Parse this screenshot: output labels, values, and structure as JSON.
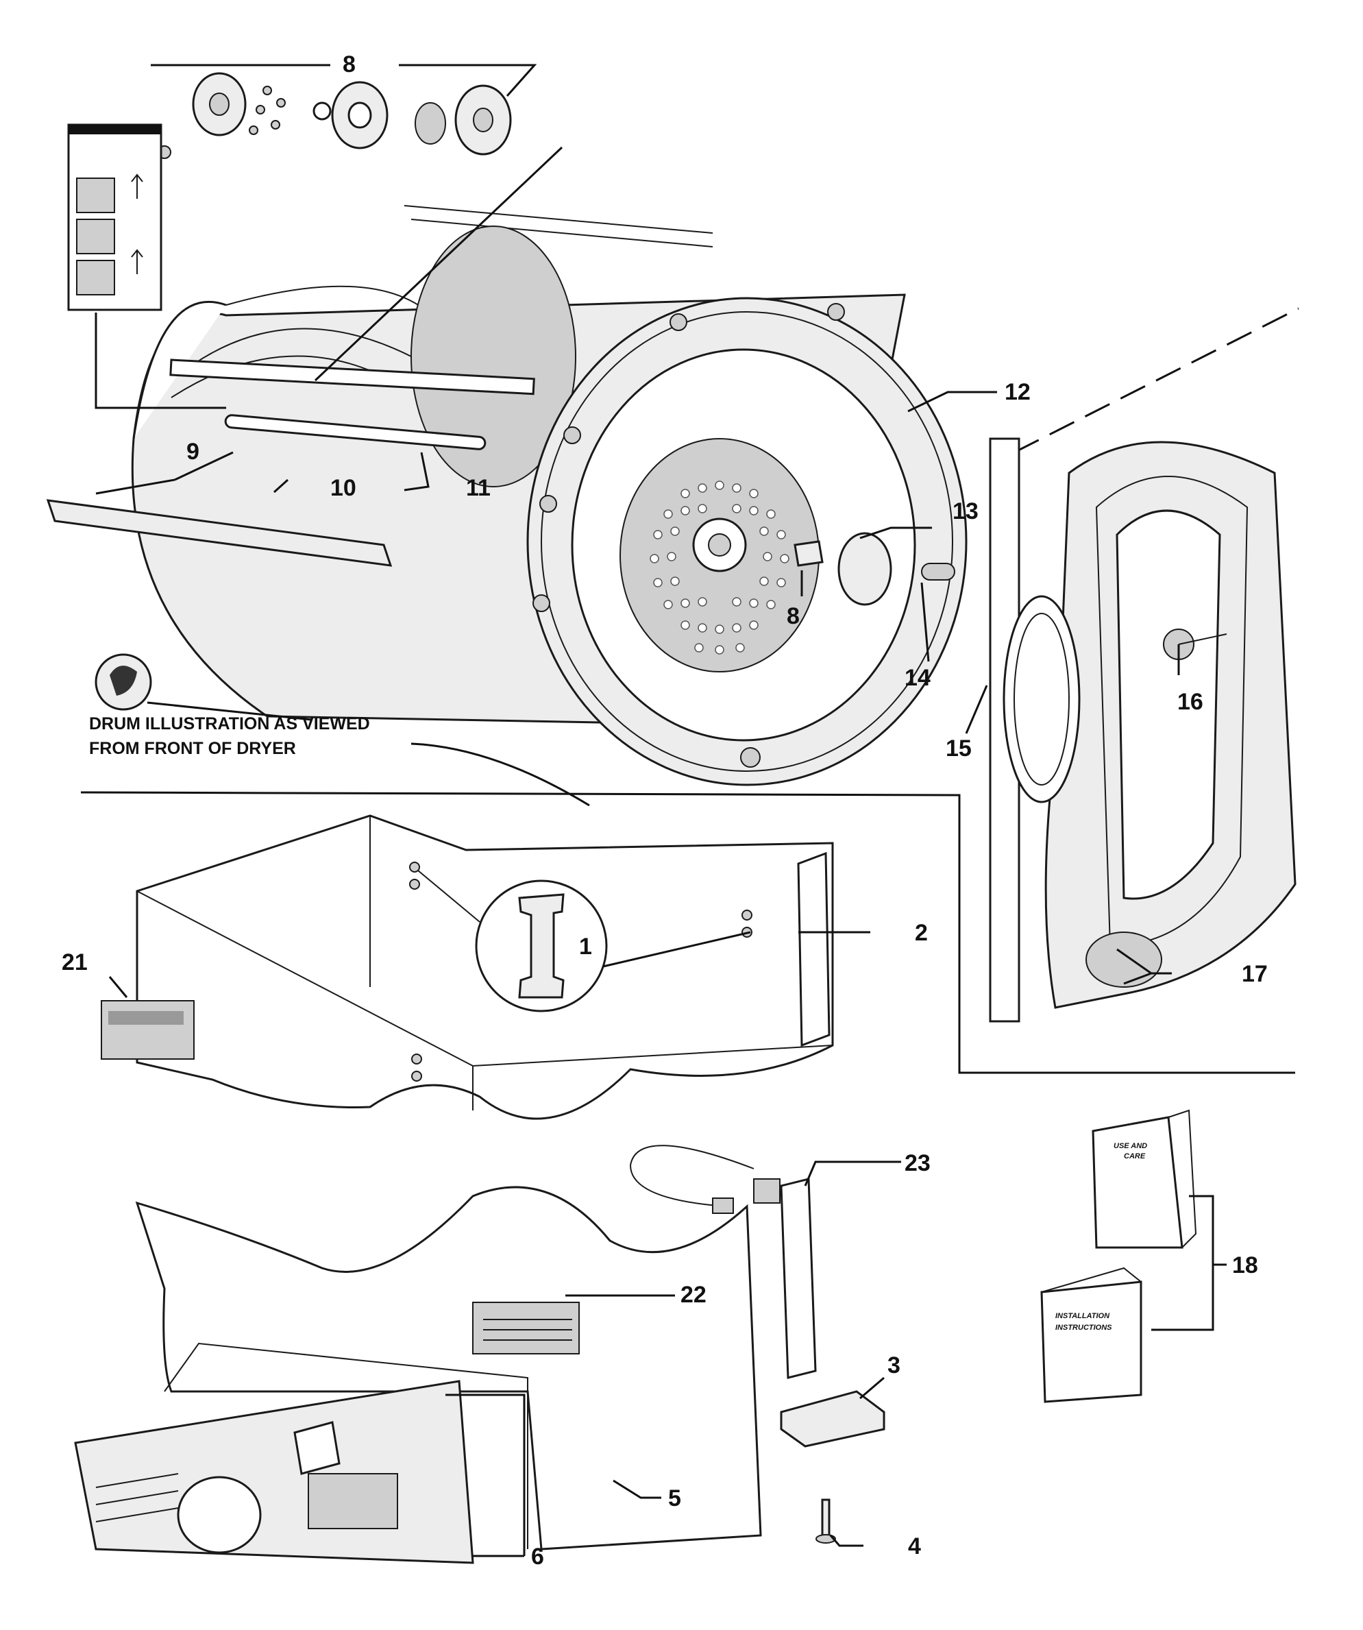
{
  "callouts": [
    {
      "id": "8",
      "text": "8"
    },
    {
      "id": "9",
      "text": "9"
    },
    {
      "id": "10",
      "text": "10"
    },
    {
      "id": "11",
      "text": "11"
    },
    {
      "id": "12",
      "text": "12"
    },
    {
      "id": "13",
      "text": "13"
    },
    {
      "id": "8b",
      "text": "8"
    },
    {
      "id": "14",
      "text": "14"
    },
    {
      "id": "15",
      "text": "15"
    },
    {
      "id": "16",
      "text": "16"
    },
    {
      "id": "1",
      "text": "1"
    },
    {
      "id": "2",
      "text": "2"
    },
    {
      "id": "21",
      "text": "21"
    },
    {
      "id": "17",
      "text": "17"
    },
    {
      "id": "23",
      "text": "23"
    },
    {
      "id": "18",
      "text": "18"
    },
    {
      "id": "22",
      "text": "22"
    },
    {
      "id": "3",
      "text": "3"
    },
    {
      "id": "5",
      "text": "5"
    },
    {
      "id": "4",
      "text": "4"
    },
    {
      "id": "6",
      "text": "6"
    }
  ],
  "note": {
    "line1": "DRUM ILLUSTRATION AS VIEWED",
    "line2": "FROM FRONT OF DRYER"
  },
  "manuals": {
    "use_care_line1": "USE AND",
    "use_care_line2": "CARE",
    "install_line1": "INSTALLATION",
    "install_line2": "INSTRUCTIONS"
  },
  "colors": {
    "line": "#111111",
    "background": "#ffffff",
    "part_fill": "#ededed"
  }
}
